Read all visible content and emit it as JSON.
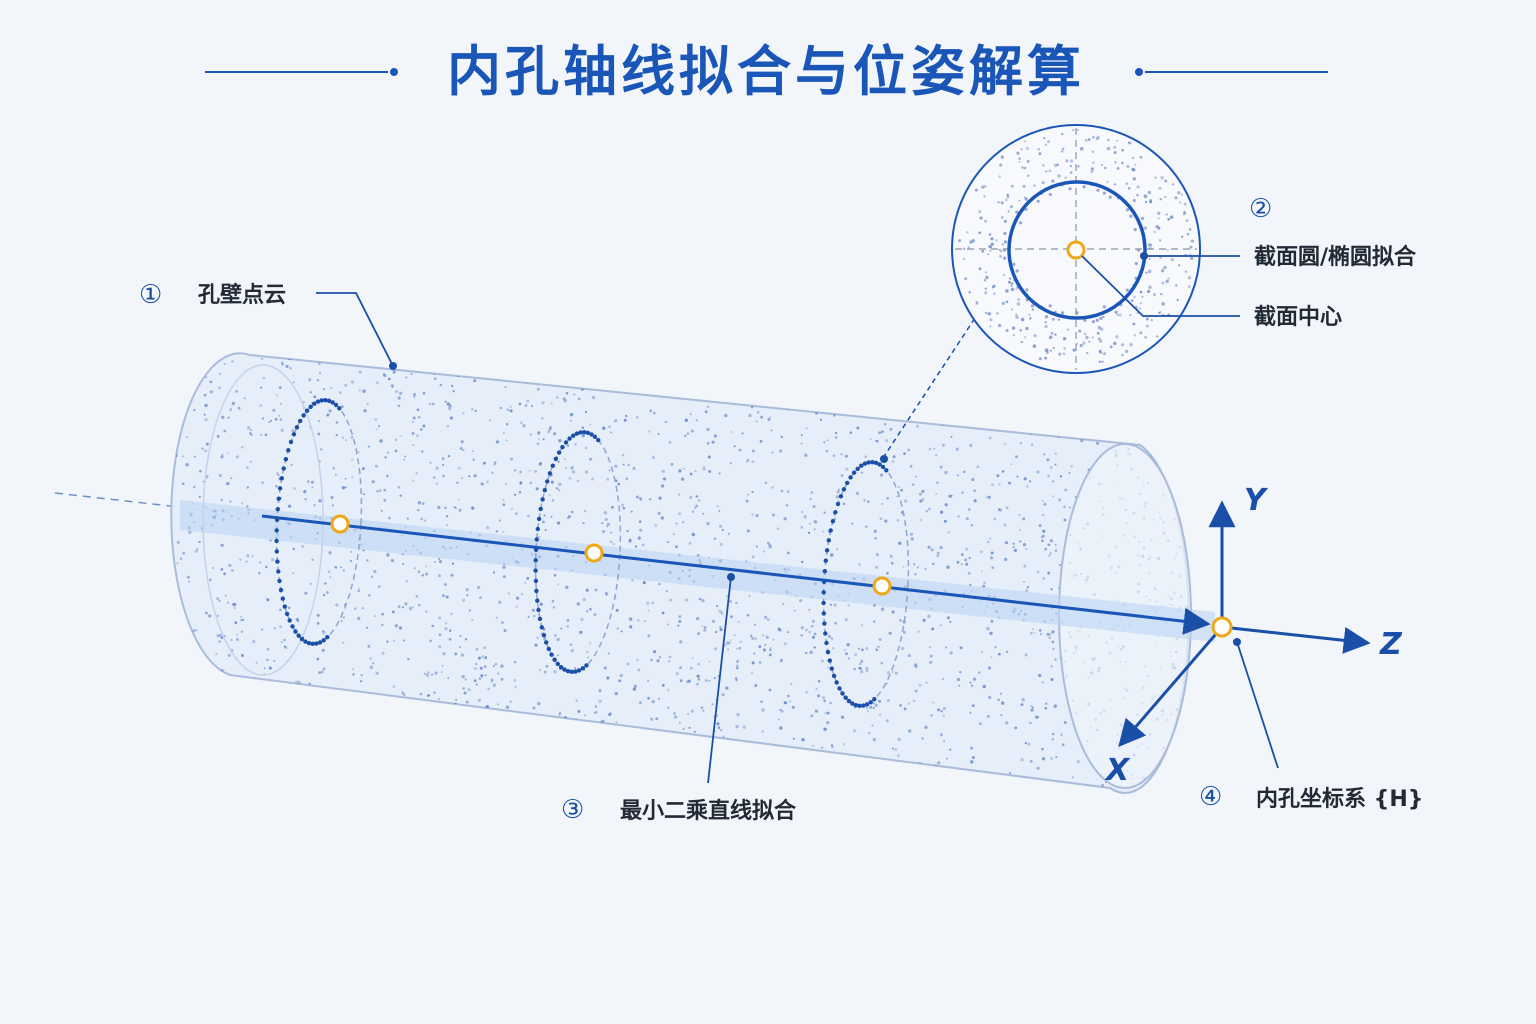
{
  "title": "内孔轴线拟合与位姿解算",
  "callouts": [
    {
      "number": "①",
      "label": "孔壁点云"
    },
    {
      "number": "②",
      "label": "截面圆/椭圆拟合"
    },
    {
      "number": "",
      "label": "截面中心"
    },
    {
      "number": "③",
      "label": "最小二乘直线拟合"
    },
    {
      "number": "④",
      "label": "内孔坐标系 {H}"
    }
  ],
  "axes": {
    "x": "X",
    "y": "Y",
    "z": "Z"
  },
  "colors": {
    "primary": "#1a56b8",
    "accent": "#f0a818",
    "background": "#f2f5fa",
    "text": "#222a36"
  }
}
